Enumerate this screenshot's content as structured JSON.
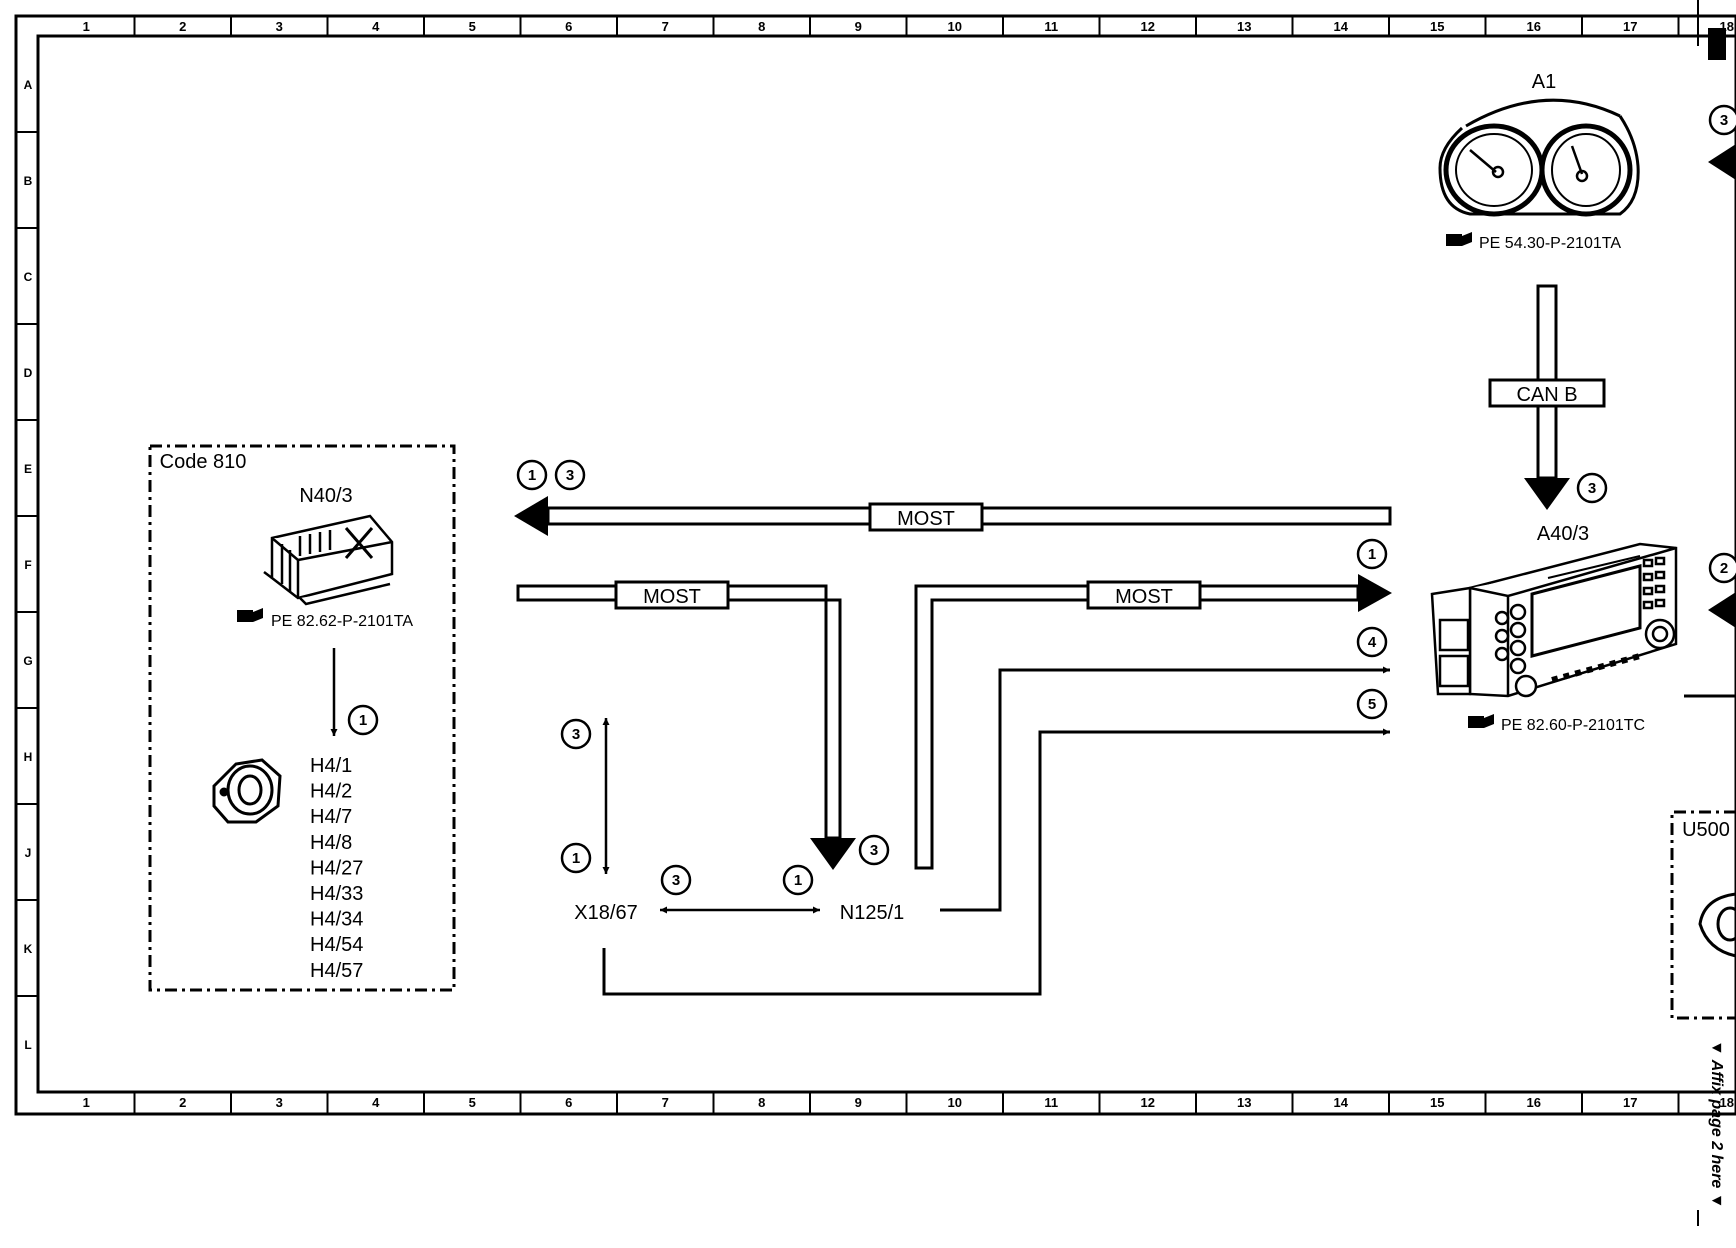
{
  "ruler": {
    "columns": [
      "1",
      "2",
      "3",
      "4",
      "5",
      "6",
      "7",
      "8",
      "9",
      "10",
      "11",
      "12",
      "13",
      "14",
      "15",
      "16",
      "17",
      "18"
    ],
    "rows": [
      "A",
      "B",
      "C",
      "D",
      "E",
      "F",
      "G",
      "H",
      "J",
      "K",
      "L"
    ]
  },
  "code_box": {
    "label": "Code 810"
  },
  "u_box": {
    "label": "U500"
  },
  "components": {
    "n40": {
      "name": "N40/3",
      "ref": "PE 82.62-P-2101TA"
    },
    "a1": {
      "name": "A1",
      "ref": "PE 54.30-P-2101TA"
    },
    "a40": {
      "name": "A40/3",
      "ref": "PE 82.60-P-2101TC"
    },
    "x18": {
      "name": "X18/67"
    },
    "n125": {
      "name": "N125/1"
    }
  },
  "speakers": [
    "H4/1",
    "H4/2",
    "H4/7",
    "H4/8",
    "H4/27",
    "H4/33",
    "H4/34",
    "H4/54",
    "H4/57"
  ],
  "buses": {
    "can": "CAN B",
    "most_top": "MOST",
    "most_left": "MOST",
    "most_right": "MOST"
  },
  "circle_labels": {
    "c_top_1": "1",
    "c_top_3": "3",
    "c_can_3": "3",
    "c_f_1": "1",
    "c_g_4": "4",
    "c_g_5": "5",
    "c_n40_1": "1",
    "c_vert_3": "3",
    "c_vert_1": "1",
    "c_n125_3": "3",
    "c_horiz_3": "3",
    "c_horiz_1": "1",
    "c_edge_3": "3",
    "c_edge_2": "2"
  },
  "affix_note": "▼ Affix page 2 here ▼"
}
